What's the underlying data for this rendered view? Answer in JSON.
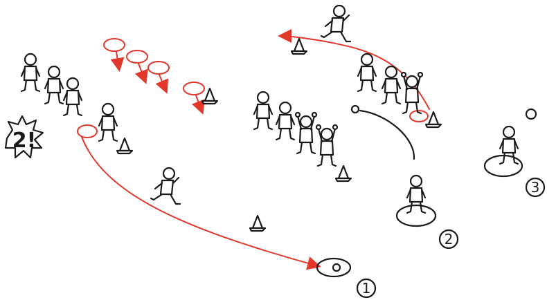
{
  "labels": {
    "station_1": "1",
    "station_2": "2",
    "station_3": "3",
    "callout": "2!"
  },
  "colors": {
    "ink": "#1a1a1a",
    "hoop_and_path": "#e2372b",
    "background": "#ffffff"
  }
}
